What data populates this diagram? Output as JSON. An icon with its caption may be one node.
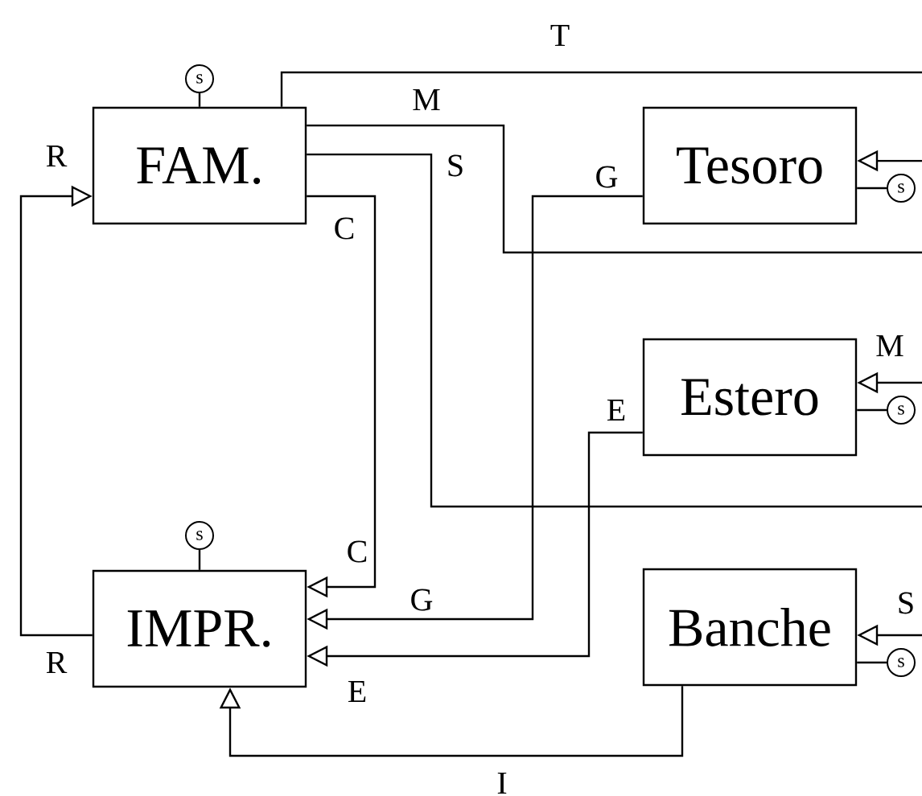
{
  "diagram": {
    "nodes": [
      {
        "text": [
          "FAM."
        ]
      },
      {
        "text": [
          "s"
        ]
      },
      {
        "text": [
          "Tesoro"
        ]
      },
      {
        "text": [
          "s"
        ]
      },
      {
        "text": [
          "Estero"
        ]
      },
      {
        "text": [
          "s"
        ]
      },
      {
        "text": [
          "IMPR."
        ]
      },
      {
        "text": [
          "s"
        ]
      },
      {
        "text": [
          "Banche"
        ]
      },
      {
        "text": [
          "s"
        ]
      }
    ],
    "edges": [
      {
        "from": 6,
        "to": 0,
        "arrow": "to",
        "label": "R"
      },
      {
        "from": 0,
        "to": 6,
        "arrow": "to",
        "label": "C"
      },
      {
        "from": 2,
        "to": 6,
        "arrow": "to",
        "label": "G"
      },
      {
        "from": 4,
        "to": 6,
        "arrow": "to",
        "label": "E"
      },
      {
        "from": 8,
        "to": 6,
        "arrow": "to",
        "label": "I"
      },
      {
        "from": 0,
        "to": null,
        "arrow": "none",
        "label": "T"
      },
      {
        "from": 0,
        "to": null,
        "arrow": "none",
        "label": "M"
      },
      {
        "from": 0,
        "to": null,
        "arrow": "none",
        "label": "S"
      },
      {
        "from": null,
        "to": 2,
        "arrow": "to"
      },
      {
        "from": null,
        "to": 4,
        "arrow": "to",
        "label": "M"
      },
      {
        "from": null,
        "to": 8,
        "arrow": "to",
        "label": "S"
      },
      {
        "from": 1,
        "to": 0,
        "arrow": "none"
      },
      {
        "from": 3,
        "to": 2,
        "arrow": "none"
      },
      {
        "from": 5,
        "to": 4,
        "arrow": "none"
      },
      {
        "from": 7,
        "to": 6,
        "arrow": "none"
      },
      {
        "from": 9,
        "to": 8,
        "arrow": "none"
      }
    ],
    "labels": [
      "R",
      "C",
      "G",
      "E"
    ]
  }
}
